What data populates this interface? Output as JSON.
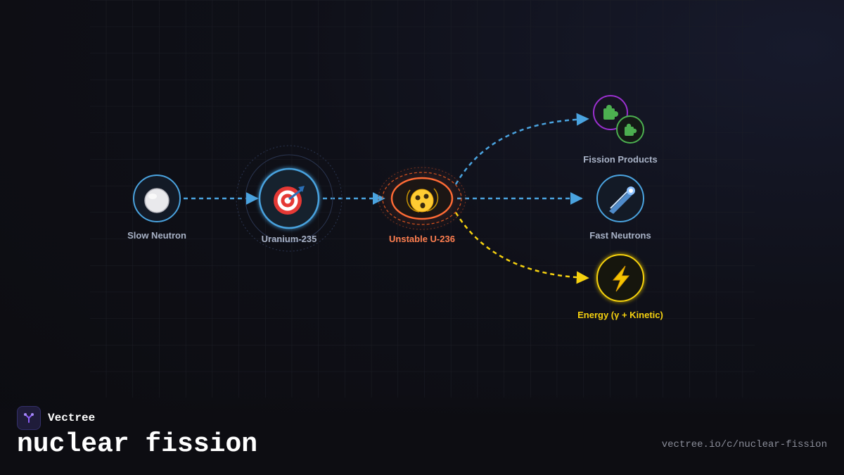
{
  "diagram": {
    "nodes": {
      "slow_neutron": {
        "label": "Slow Neutron",
        "icon": "white-circle-icon",
        "color": "#4aa3df"
      },
      "uranium": {
        "label": "Uranium-235",
        "icon": "target-icon",
        "color": "#4aa3df"
      },
      "unstable": {
        "label": "Unstable U-236",
        "icon": "dizzy-face-icon",
        "color": "#ff6b35"
      },
      "fission_products": {
        "label": "Fission Products",
        "icon": "puzzle-piece-icon",
        "colors": [
          "#9b30d0",
          "#4caf50"
        ]
      },
      "fast_neutrons": {
        "label": "Fast Neutrons",
        "icon": "comet-icon",
        "color": "#4aa3df"
      },
      "energy": {
        "label": "Energy (γ + Kinetic)",
        "icon": "lightning-icon",
        "color": "#f5d10f"
      }
    },
    "edge_colors": {
      "blue": "#4aa3df",
      "yellow": "#f5d10f"
    }
  },
  "footer": {
    "brand": "Vectree",
    "title": "nuclear fission",
    "url": "vectree.io/c/nuclear-fission"
  }
}
